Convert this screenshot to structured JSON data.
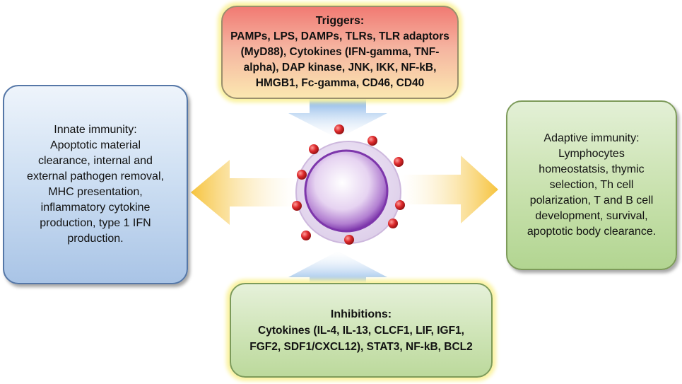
{
  "triggers": {
    "title": "Triggers:",
    "lines": [
      "PAMPs, LPS, DAMPs, TLRs, TLR adaptors",
      "(MyD88), Cytokines (IFN-gamma, TNF-",
      "alpha), DAP kinase, JNK, IKK, NF-kB,",
      "HMGB1,  Fc-gamma, CD46, CD40"
    ]
  },
  "innate": {
    "lines": [
      "Innate immunity:",
      "Apoptotic material",
      "clearance, internal and",
      "external pathogen removal,",
      "MHC presentation,",
      "inflammatory cytokine",
      "production, type 1 IFN",
      "production."
    ]
  },
  "adaptive": {
    "lines": [
      "Adaptive immunity:",
      "Lymphocytes",
      "homeostatsis, thymic",
      "selection, Th cell",
      "polarization,  T and B cell",
      "development, survival,",
      "apoptotic body clearance."
    ]
  },
  "inhibitions": {
    "title": "Inhibitions:",
    "lines": [
      "Cytokines (IL-4, IL-13, CLCF1, LIF, IGF1,",
      "FGF2, SDF1/CXCL12), STAT3, NF-kB, BCL2"
    ]
  },
  "colors": {
    "trigger_arrow": "#9fc3ea",
    "inhibition_arrow": "#9fc3ea",
    "side_arrows": "#f7cc55",
    "cell": "#8a3fb8",
    "dots": "#d8282b"
  },
  "graphic": {
    "center_icon": "cell-icon",
    "particle_count": 10
  }
}
